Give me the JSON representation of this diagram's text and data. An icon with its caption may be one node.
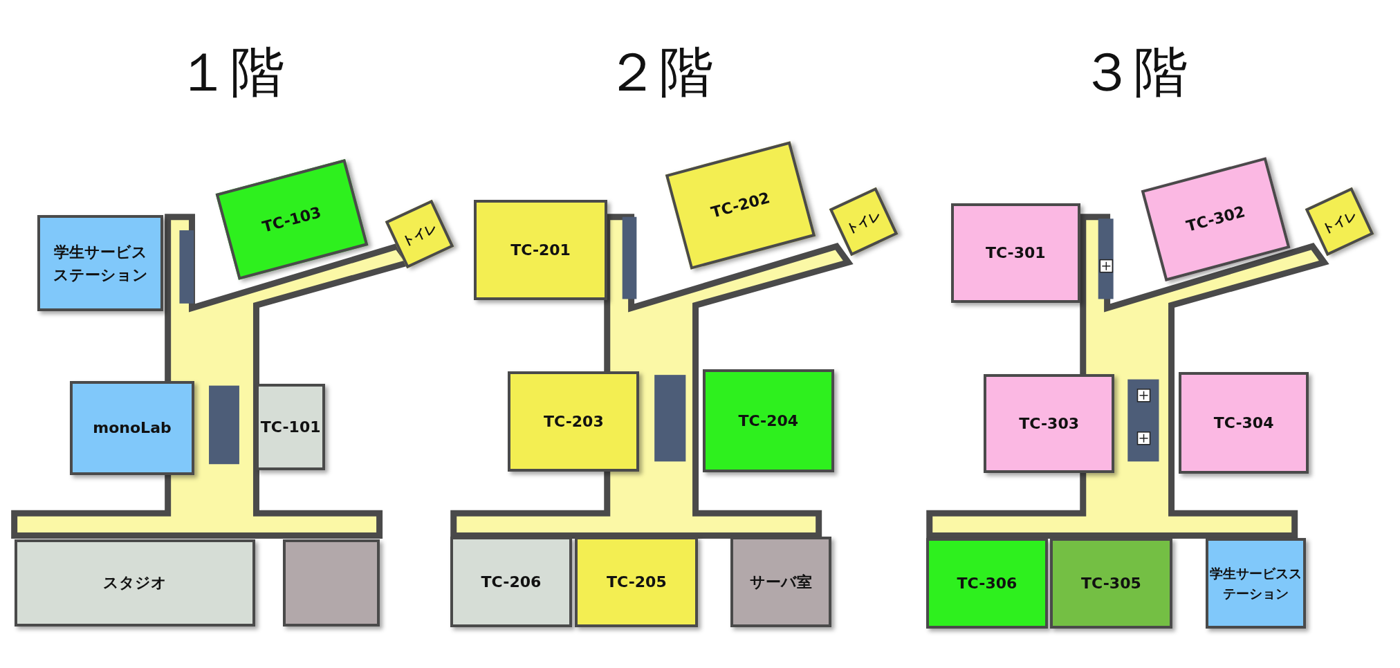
{
  "diagram": {
    "nodes": [
      {
        "text": [
          "学生サービスステーション"
        ]
      },
      {
        "text": [
          "TC-103"
        ]
      },
      {
        "text": [
          "トイレ"
        ]
      },
      {
        "text": [
          "monoLab"
        ]
      },
      {
        "text": [
          "TC-101"
        ]
      },
      {
        "text": [
          "スタジオ"
        ]
      },
      {
        "text": [],
        "shape": "box"
      },
      {
        "text": [
          "TC-201"
        ]
      },
      {
        "text": [
          "TC-202"
        ]
      },
      {
        "text": [
          "トイレ"
        ]
      },
      {
        "text": [
          "TC-203"
        ]
      },
      {
        "text": [
          "TC-204"
        ]
      },
      {
        "text": [
          "TC-206"
        ]
      },
      {
        "text": [
          "TC-205"
        ]
      },
      {
        "text": [
          "サーバ室"
        ]
      },
      {
        "text": [
          "TC-301"
        ]
      },
      {
        "text": [
          "TC-302"
        ]
      },
      {
        "text": [
          "トイレ"
        ]
      },
      {
        "text": [
          "TC-303"
        ]
      },
      {
        "text": [
          "TC-304"
        ]
      },
      {
        "text": [
          "TC-306"
        ]
      },
      {
        "text": [
          "TC-305"
        ]
      },
      {
        "text": [
          "学生サービスステーション"
        ]
      }
    ],
    "labels": [
      "１階",
      "２階",
      "３階"
    ]
  }
}
